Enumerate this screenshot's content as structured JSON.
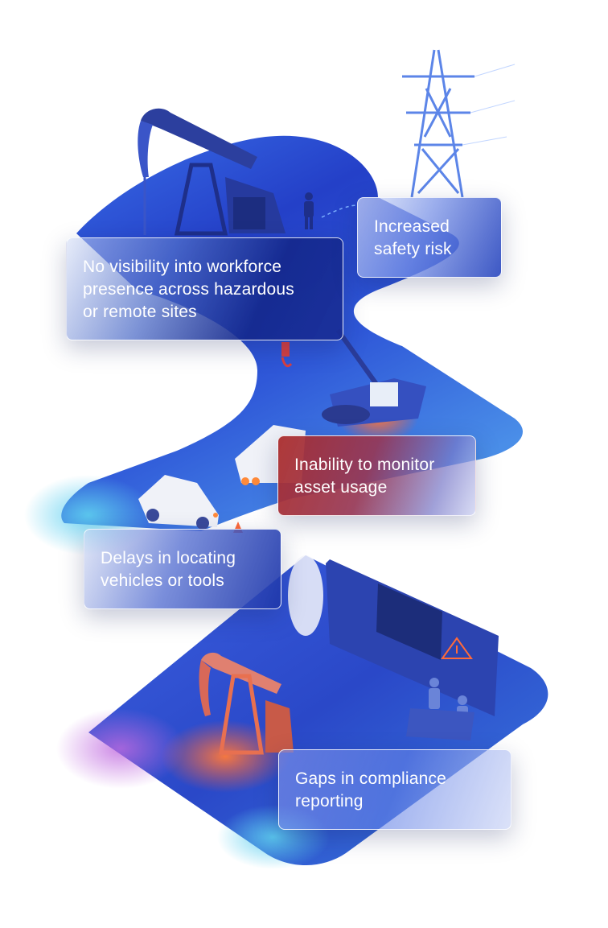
{
  "callouts": {
    "workforce_visibility": "No visibility into workforce\npresence across hazardous\nor remote sites",
    "safety_risk": "Increased\nsafety risk",
    "asset_usage": "Inability to monitor\nasset usage",
    "locating_delays": "Delays in locating\nvehicles or tools",
    "compliance_gaps": "Gaps in compliance\nreporting"
  },
  "colors": {
    "path_blue": "#2b4fd8",
    "path_light": "#6fb6ee",
    "accent_orange": "#ff6a3a",
    "accent_red": "#a8323a"
  },
  "icons": [
    "pumpjack-icon",
    "power-tower-icon",
    "worker-icon",
    "crane-icon",
    "car-icon",
    "warning-icon"
  ]
}
